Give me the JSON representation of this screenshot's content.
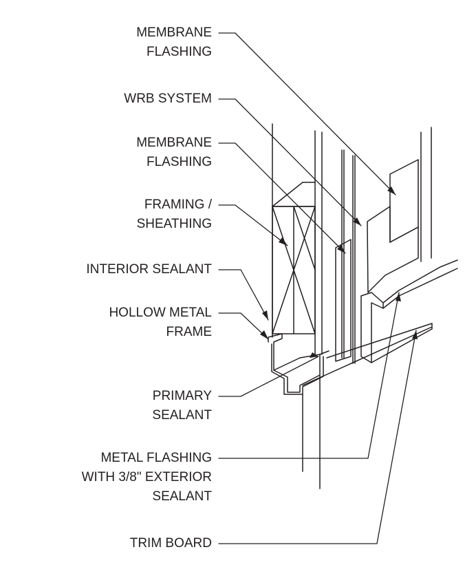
{
  "callouts": [
    {
      "id": "membrane-flashing-upper",
      "lines": [
        "MEMBRANE",
        "FLASHING"
      ]
    },
    {
      "id": "wrb-system",
      "lines": [
        "WRB SYSTEM"
      ]
    },
    {
      "id": "membrane-flashing-lower",
      "lines": [
        "MEMBRANE",
        "FLASHING"
      ]
    },
    {
      "id": "framing-sheathing",
      "lines": [
        "FRAMING /",
        "SHEATHING"
      ]
    },
    {
      "id": "interior-sealant",
      "lines": [
        "INTERIOR SEALANT"
      ]
    },
    {
      "id": "hollow-metal-frame",
      "lines": [
        "HOLLOW METAL",
        "FRAME"
      ]
    },
    {
      "id": "primary-sealant",
      "lines": [
        "PRIMARY",
        "SEALANT"
      ]
    },
    {
      "id": "metal-flashing",
      "lines": [
        "METAL FLASHING",
        "WITH 3/8\" EXTERIOR",
        "SEALANT"
      ]
    },
    {
      "id": "trim-board",
      "lines": [
        "TRIM BOARD"
      ]
    }
  ],
  "colors": {
    "ink": "#231f20",
    "paper": "#ffffff"
  }
}
